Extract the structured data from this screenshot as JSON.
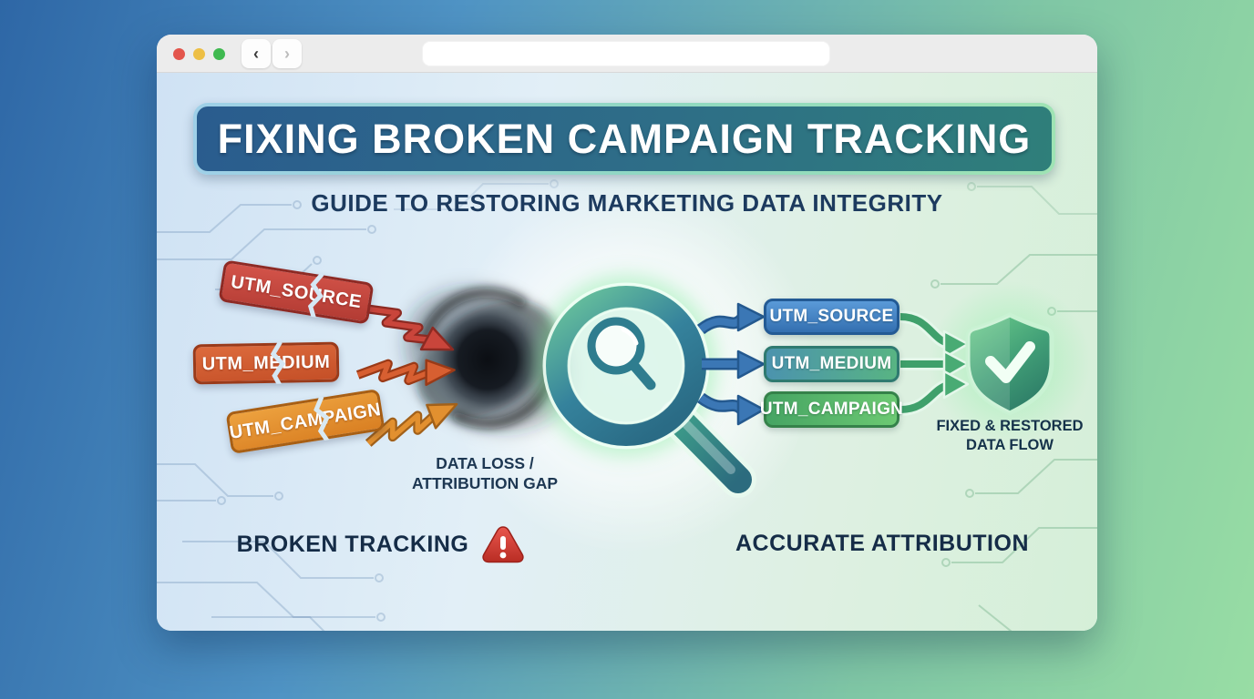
{
  "browser": {
    "url_text": "",
    "back_glyph": "‹",
    "forward_glyph": "›"
  },
  "header": {
    "title": "FIXING BROKEN CAMPAIGN TRACKING",
    "subtitle": "GUIDE TO RESTORING MARKETING DATA INTEGRITY"
  },
  "broken_side": {
    "ribbons": [
      {
        "label": "UTM_SOURCE",
        "color": "#c0453c"
      },
      {
        "label": "UTM_MEDIUM",
        "color": "#d05a2e"
      },
      {
        "label": "UTM_CAMPAIGN",
        "color": "#e0912f"
      }
    ],
    "vortex_caption_line1": "DATA LOSS /",
    "vortex_caption_line2": "ATTRIBUTION GAP",
    "section_label": "BROKEN TRACKING"
  },
  "fixed_side": {
    "boxes": [
      {
        "label": "UTM_SOURCE",
        "color": "#3f7fc0"
      },
      {
        "label": "UTM_MEDIUM",
        "color": "#52a498"
      },
      {
        "label": "UTM_CAMPAIGN",
        "color": "#55b368"
      }
    ],
    "shield_caption_line1": "FIXED & RESTORED",
    "shield_caption_line2": "DATA FLOW",
    "section_label": "ACCURATE ATTRIBUTION"
  },
  "colors": {
    "page_bg_left": "#2e67a6",
    "page_bg_right": "#98dda4",
    "content_bg_left": "#cfe2f4",
    "content_bg_right": "#d5efd8",
    "banner_bg_left": "#2a5c8e",
    "banner_bg_right": "#2f7f7a",
    "accent_green": "#4aa874",
    "accent_blue": "#3b77b5",
    "warning_red": "#d9453c",
    "text_dark": "#1c3a5e"
  },
  "icons": {
    "vortex": "black-hole swirl",
    "magnifier": "magnifying-glass",
    "shield": "shield-check",
    "warning": "warning-triangle"
  }
}
